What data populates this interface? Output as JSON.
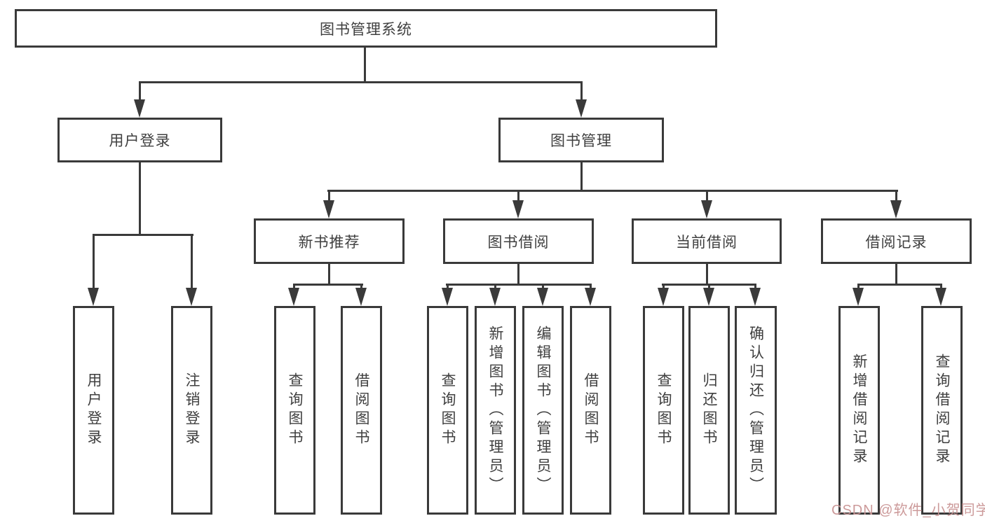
{
  "nodes": {
    "root": "图书管理系统",
    "level2": [
      "用户登录",
      "图书管理"
    ],
    "level3": [
      "新书推荐",
      "图书借阅",
      "当前借阅",
      "借阅记录"
    ],
    "level4": [
      [
        "用户登录",
        "注销登录"
      ],
      [
        "查询图书",
        "借阅图书"
      ],
      [
        "查询图书",
        "新增图书（管理员）",
        "编辑图书（管理员）",
        "借阅图书"
      ],
      [
        "查询图书",
        "归还图书",
        "确认归还（管理员）"
      ],
      [
        "新增借阅记录",
        "查询借阅记录"
      ]
    ]
  },
  "watermark": "CSDN @软件_小贺同学",
  "colors": {
    "line": "#3a3a3a",
    "text": "#3f3f3f",
    "background": "#ffffff",
    "watermark": "#c99595"
  }
}
